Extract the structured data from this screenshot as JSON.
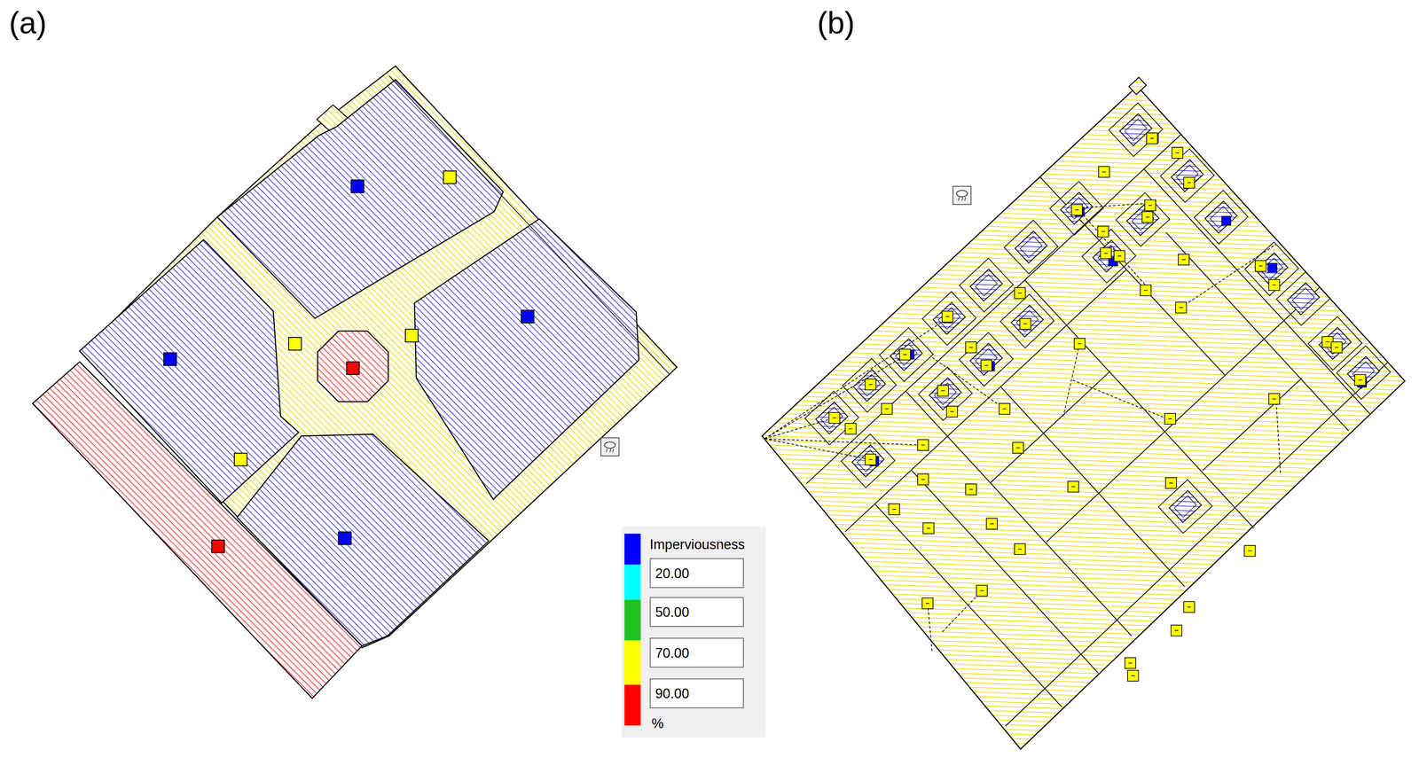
{
  "diagram": {
    "labels": [
      "(a)",
      "(b)",
      "%"
    ],
    "legend": [
      {
        "text": "Imperviousness",
        "color": "#0000ff"
      },
      {
        "text": "20.00",
        "color": "#00ffff"
      },
      {
        "text": "50.00",
        "color": "#20c020"
      },
      {
        "text": "70.00",
        "color": "#ffff00"
      },
      {
        "text": "90.00",
        "color": "#ff0000"
      }
    ]
  }
}
